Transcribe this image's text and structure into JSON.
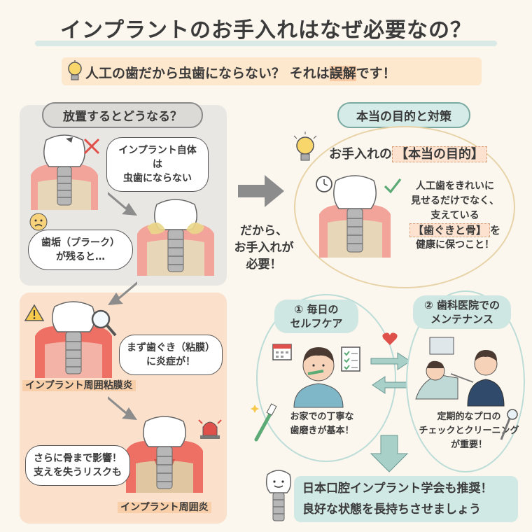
{
  "title": "インプラントのお手入れはなぜ必要なの？",
  "subtitle": {
    "before": "人工の歯だから虫歯にならない？ それは",
    "emph": "誤解",
    "after": "です！"
  },
  "left": {
    "heading": "放置するとどうなる？",
    "bubble_no_decay": "インプラント自体は\n虫歯にならない",
    "bubble_plaque": "歯垢（プラーク）\nが残ると…",
    "bubble_inflammation": "まず歯ぐき（粘膜）\nに炎症が！",
    "caption_mucositis": "インプラント周囲粘膜炎",
    "bubble_bone": "さらに骨まで影響！\n支えを失うリスクも",
    "caption_peri": "インプラント周囲炎"
  },
  "middle": {
    "arrow_text": "だから、\nお手入れが\n必要！"
  },
  "right": {
    "heading": "本当の目的と対策",
    "purpose_prefix": "お手入れの",
    "purpose_tag": "【本当の目的】",
    "purpose_text_1": "人工歯をきれいに",
    "purpose_text_2": "見せるだけでなく、",
    "purpose_text_3": "支えている",
    "purpose_tag2": "【歯ぐきと骨】",
    "purpose_text_4": "を",
    "purpose_text_5": "健康に保つこと！",
    "self_care_label": "① 毎日の\nセルフケア",
    "self_care_caption": "お家での丁寧な\n歯磨きが基本！",
    "clinic_label": "② 歯科医院での\nメンテナンス",
    "clinic_caption": "定期的なプロの\nチェックとクリーニング\nが重要！",
    "bottom_line_1": "日本口腔インプラント学会も推奨！",
    "bottom_line_2": "良好な状態を長持ちさせましょう"
  },
  "colors": {
    "gum_red": "#e8746a",
    "tooth_white": "#ffffff",
    "metal": "#b7b7b7",
    "bone": "#e8d6b8",
    "teal": "#7aa9a2",
    "alert_red": "#e0504a"
  }
}
